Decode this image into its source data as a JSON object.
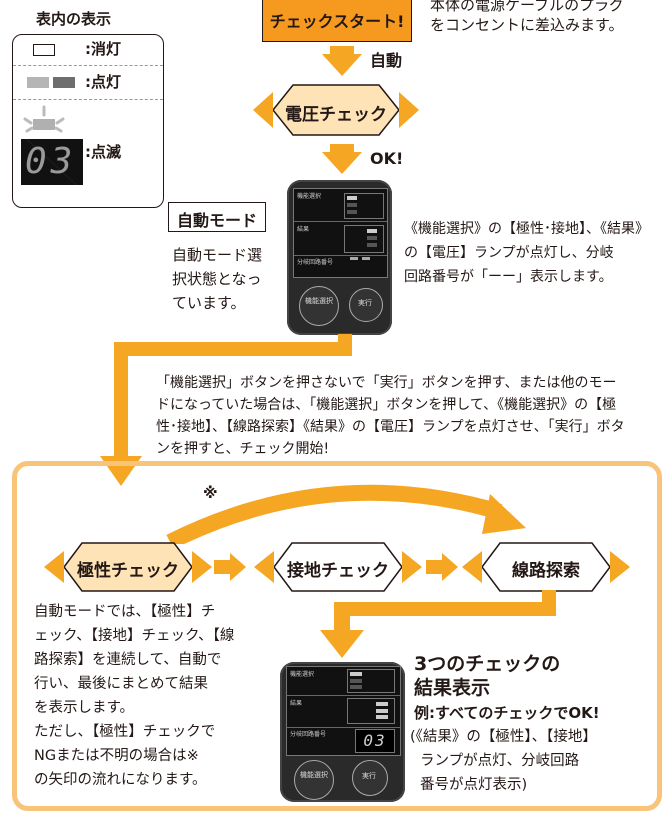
{
  "legend": {
    "title": "表内の表示",
    "off_label": ":消灯",
    "on_label": ":点灯",
    "blink_label": ":点滅",
    "blink_digits": "03"
  },
  "top": {
    "start_button": "チェックスタート!",
    "plug_line1": "本体の電源ケーブルのプラグ",
    "plug_line2": "をコンセントに差込みます。",
    "auto_label": "自動",
    "voltage_check": "電圧チェック",
    "ok_label": "OK!"
  },
  "auto_mode": {
    "title": "自動モード",
    "desc1": "自動モード選",
    "desc2": "択状態となっ",
    "desc3": "ています。",
    "right1": "《機能選択》の【極性･接地】、《結果》",
    "right2": "の【電圧】ランプが点灯し、分岐",
    "right3": "回路番号が「ーー」表示します。"
  },
  "instruction": {
    "line1": "「機能選択」ボタンを押さないで「実行」ボタンを押す、または他のモー",
    "line2": "ドになっていた場合は、「機能選択」ボタンを押して、《機能選択》の【極",
    "line3": "性･接地】、【線路探索】《結果》の【電圧】ランプを点灯させ、「実行」ボタ",
    "line4": "ンを押すと、チェック開始!"
  },
  "checks": {
    "note_mark": "※",
    "polarity": "極性チェック",
    "ground": "接地チェック",
    "line_search": "線路探索"
  },
  "explanation": {
    "line1": "自動モードでは、【極性】チ",
    "line2": "ェック、【接地】チェック、【線",
    "line3": "路探索】を連続して、自動で",
    "line4": "行い、最後にまとめて結果",
    "line5": "を表示します。",
    "line6": "ただし、【極性】チェックで",
    "line7": "NGまたは不明の場合は※",
    "line8": "の矢印の流れになります。"
  },
  "result": {
    "title1": "3つのチェックの",
    "title2": "結果表示",
    "example": "例:すべてのチェックでOK!",
    "note1": "(《結果》の【極性】、【接地】",
    "note2": "ランプが点灯、分岐回路",
    "note3": "番号が点灯表示)"
  },
  "device": {
    "func_label": "機能選択",
    "result_label": "結果",
    "branch_label": "分岐回路番号",
    "exec_label": "実行",
    "func_btn_label": "機能選択",
    "digits": "03"
  },
  "colors": {
    "orange": "#f5a623",
    "orange_light": "#f7c47a",
    "button_fill": "#f59a1f"
  }
}
